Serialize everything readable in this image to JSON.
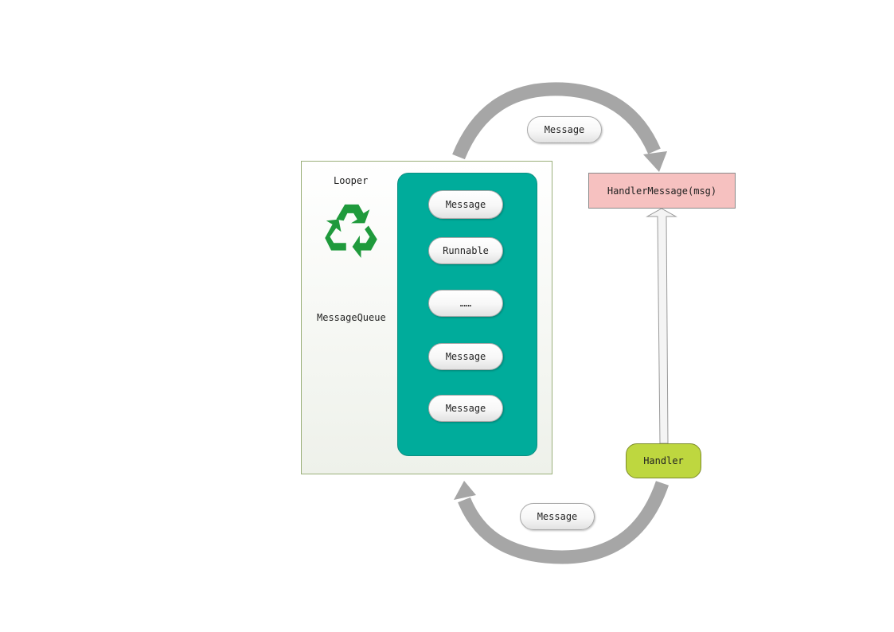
{
  "looper": {
    "label": "Looper",
    "queue_label": "MessageQueue",
    "icon": "recycle-icon"
  },
  "queue": {
    "items": [
      "Message",
      "Runnable",
      "……",
      "Message",
      "Message"
    ]
  },
  "flow": {
    "top_message": "Message",
    "bottom_message": "Message",
    "handle_message": "HandlerMessage(msg)",
    "handler": "Handler"
  },
  "colors": {
    "queue": "#00ac9b",
    "handle_message": "#f6c1c0",
    "handler": "#bed73f",
    "arrow": "#a6a6a6",
    "recycle": "#1f9a3c"
  }
}
